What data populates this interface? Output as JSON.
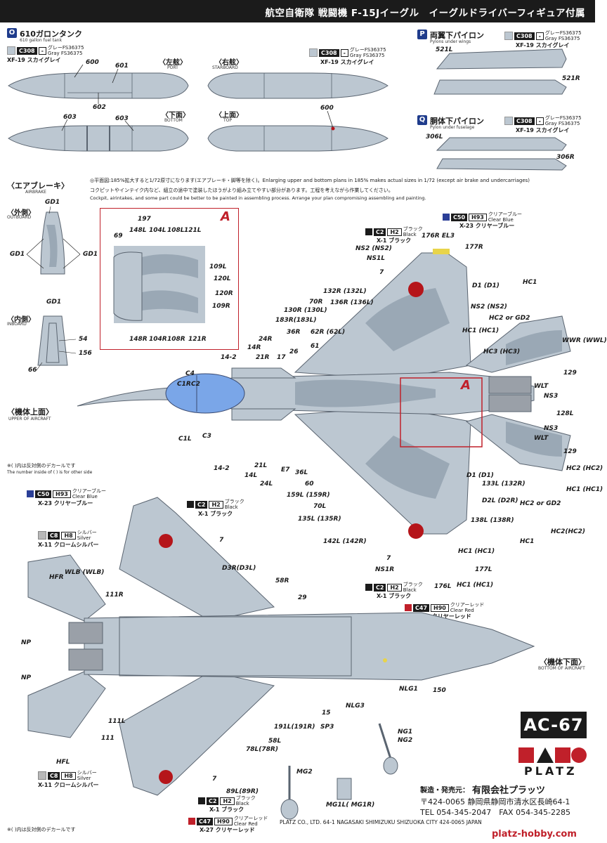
{
  "header": {
    "title": "航空自衛隊 戦闘機 F-15Jイーグル　イーグルドライバーフィギュア付属"
  },
  "colors": {
    "aircraft_gray": "#bcc7d1",
    "camo_dark": "#9aa8b5",
    "canopy_blue": "#7aa6e8",
    "hinomaru_red": "#b5151a",
    "badge_blue": "#1f3c8c",
    "black": "#1b1b1b",
    "clear_blue": "#2b3f97",
    "clear_red": "#c0202a",
    "silver": "#b8b8b8"
  },
  "paints": {
    "C308": {
      "code": "C308",
      "code2": "-",
      "name_jp": "グレーFS36375",
      "name_en": "Gray FS36375",
      "xf": "XF-19 スカイグレイ"
    },
    "C2": {
      "code": "C2",
      "code2": "H2",
      "name_jp": "ブラック",
      "name_en": "Black",
      "xf": "X-1 ブラック"
    },
    "C50": {
      "code": "C50",
      "code2": "H93",
      "name_jp": "クリアーブルー",
      "name_en": "Clear Blue",
      "xf": "X-23 クリヤーブルー"
    },
    "C8": {
      "code": "C8",
      "code2": "H8",
      "name_jp": "シルバー",
      "name_en": "Silver",
      "xf": "X-11 クロームシルバー"
    },
    "C47": {
      "code": "C47",
      "code2": "H90",
      "name_jp": "クリアーレッド",
      "name_en": "Clear Red",
      "xf": "X-27 クリヤーレッド"
    }
  },
  "tank": {
    "badge": "O",
    "title": "610ガロンタンク",
    "title_en": "610 gallon fuel tank",
    "port": "〈左舷〉",
    "port_en": "PORT",
    "starboard": "〈右舷〉",
    "starboard_en": "STARBOARD",
    "bottom": "〈下面〉",
    "bottom_en": "BOTTOM",
    "top": "〈上面〉",
    "top_en": "TOP",
    "parts": [
      "600",
      "601",
      "602",
      "603",
      "603",
      "600"
    ]
  },
  "pylon_wing": {
    "badge": "P",
    "title": "両翼下パイロン",
    "title_en": "Pylons under wings",
    "left": "521L",
    "right": "521R"
  },
  "pylon_fuse": {
    "badge": "Q",
    "title": "胴体下パイロン",
    "title_en": "Pylon under fuselage",
    "left": "306L",
    "right": "306R"
  },
  "notes": {
    "line1": "◎平面図:185%拡大すると1/72原寸になります(エアブレーキ・脚等を除く)。Enlarging upper and bottom plans in 185% makes actual sizes in 1/72 (except air brake and undercarriages)",
    "line2": "コクピットやインテイク内など、組立の途中で塗装したほうがより組み立てやすい部分があります。工程を考えながら作業してください。",
    "line3": "Cockpit, airintakes, and some part could be better to be painted in assembling process. Arrange your plan compromising assembling and painting."
  },
  "airbrake": {
    "title": "〈エアブレーキ〉",
    "title_en": "AIRBRAKE",
    "outboard": "〈外側〉",
    "outboard_en": "OUTBOARD",
    "inboard": "〈内側〉",
    "inboard_en": "INBOARD",
    "gd": [
      "GD1",
      "GD1",
      "GD1",
      "GD1"
    ],
    "parts": [
      "54",
      "156",
      "66"
    ]
  },
  "detail_a": {
    "letter": "A",
    "parts": [
      "197",
      "69",
      "148L",
      "104L",
      "108L",
      "121L",
      "109L",
      "120L",
      "120R",
      "109R",
      "148R",
      "104R",
      "108R",
      "121R"
    ]
  },
  "upper": {
    "title": "〈機体上面〉",
    "title_en": "UPPER OF AIRCRAFT",
    "a_letter": "A",
    "labels": [
      "176R EL3",
      "177R",
      "NS2 (NS2)",
      "NS1L",
      "7",
      "D1 (D1)",
      "HC1",
      "132R (132L)",
      "136R (136L)",
      "70R",
      "NS2 (NS2)",
      "130R (130L)",
      "HC2 or GD2",
      "183R(183L)",
      "HC1 (HC1)",
      "WWR (WWL)",
      "36R",
      "62R (62L)",
      "HC3 (HC3)",
      "24R",
      "61",
      "14R",
      "26",
      "21R",
      "17",
      "14-2",
      "129",
      "C4",
      "C1R",
      "C2",
      "WLT",
      "NS3",
      "128L",
      "NS3",
      "C1L",
      "C3",
      "WLT",
      "129",
      "14-2",
      "21L",
      "E7",
      "36L",
      "14L",
      "24L",
      "60",
      "D1 (D1)",
      "HC2 (HC2)",
      "159L (159R)",
      "133L (132R)",
      "HC1 (HC1)",
      "D2L (D2R)",
      "HC2 or GD2",
      "70L",
      "135L (135R)",
      "138L (138R)",
      "142L (142R)",
      "HC2(HC2)",
      "HC1",
      "HC1 (HC1)",
      "7",
      "NS1R",
      "177L",
      "176L",
      "HC1 (HC1)"
    ]
  },
  "lower": {
    "title": "〈機体下面〉",
    "title_en": "BOTTOM OF AIRCRAFT",
    "labels": [
      "HFR",
      "WLB (WLB)",
      "7",
      "111R",
      "D3R(D3L)",
      "58R",
      "29",
      "NP",
      "NP",
      "NLG1",
      "150",
      "NLG3",
      "111L",
      "111",
      "15",
      "SP3",
      "191L(191R)",
      "58L",
      "78L(78R)",
      "HFL",
      "89L(89R)",
      "7",
      "MG2",
      "NG1",
      "NG2",
      "MG1L( MG1R)"
    ]
  },
  "footnote": "※( )内は反対側のデカールです",
  "footnote_en": "The number inside of ( ) is for other side",
  "footnote2": "※( )内は反対側のデカールです",
  "code_box": "AC-67",
  "brand": "PLATZ",
  "maker_label": "製造・発売元：",
  "maker_name": "有限会社プラッツ",
  "address_jp": "〒424-0065 静岡県静岡市清水区長崎64-1",
  "tel": "TEL 054-345-2047　FAX 054-345-2285",
  "address_en": "PLATZ CO., LTD. 64-1 NAGASAKI SHIMIZUKU SHIZUOKA CITY 424-0065 JAPAN",
  "site": "platz-hobby.com"
}
